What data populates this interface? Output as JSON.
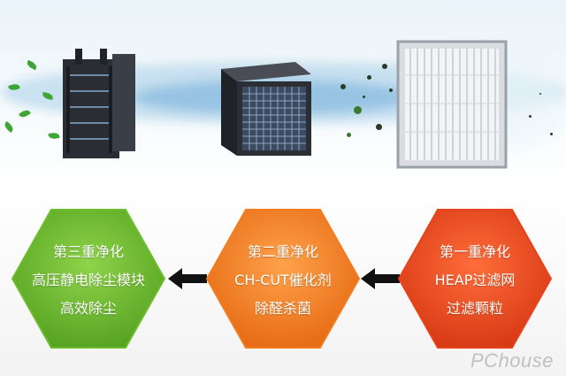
{
  "stages": {
    "third": {
      "title": "第三重净化",
      "line2": "高压静电除尘模块",
      "line3": "高效除尘",
      "color": "#6dbd2c"
    },
    "second": {
      "title": "第二重净化",
      "line2": "CH-CUT催化剂",
      "line3": "除醛杀菌",
      "color": "#f47c1f"
    },
    "first": {
      "title": "第一重净化",
      "line2": "HEAP过滤网",
      "line3": "过滤颗粒",
      "color": "#e8421b"
    }
  },
  "arrow_icon": "arrow-left-icon",
  "watermark": "PChouse"
}
